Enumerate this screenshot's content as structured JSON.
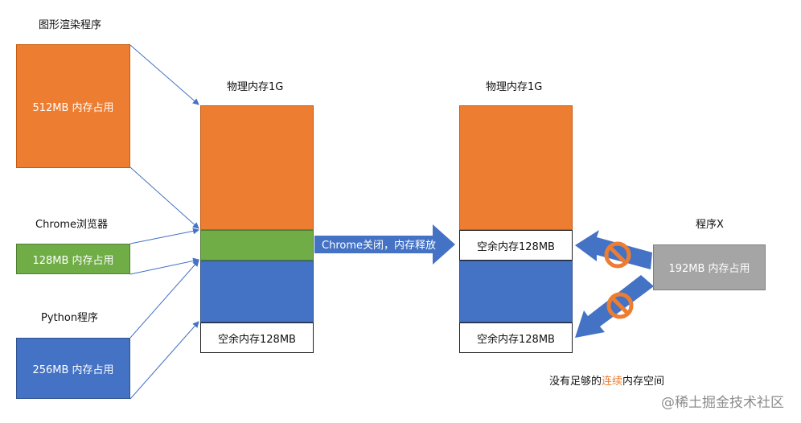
{
  "programs": {
    "graphics": {
      "title": "图形渲染程序",
      "usage": "512MB 内存占用"
    },
    "chrome": {
      "title": "Chrome浏览器",
      "usage": "128MB 内存占用"
    },
    "python": {
      "title": "Python程序",
      "usage": "256MB 内存占用"
    },
    "x": {
      "title": "程序X",
      "usage": "192MB 内存占用"
    }
  },
  "memory_before": {
    "title": "物理内存1G",
    "free_label": "空余内存128MB"
  },
  "memory_after": {
    "title": "物理内存1G",
    "free_label_top": "空余内存128MB",
    "free_label_bottom": "空余内存128MB"
  },
  "transition": {
    "label": "Chrome关闭，内存释放"
  },
  "caption": {
    "prefix": "没有足够的",
    "highlight": "连续",
    "suffix": "内存空间"
  },
  "watermark": "@稀土掘金技术社区",
  "colors": {
    "orange": "#ed7d31",
    "green": "#70ad47",
    "blue": "#4472c4",
    "gray": "#a5a5a5",
    "forbid": "#ed7d31",
    "highlight": "#ed7d31"
  }
}
